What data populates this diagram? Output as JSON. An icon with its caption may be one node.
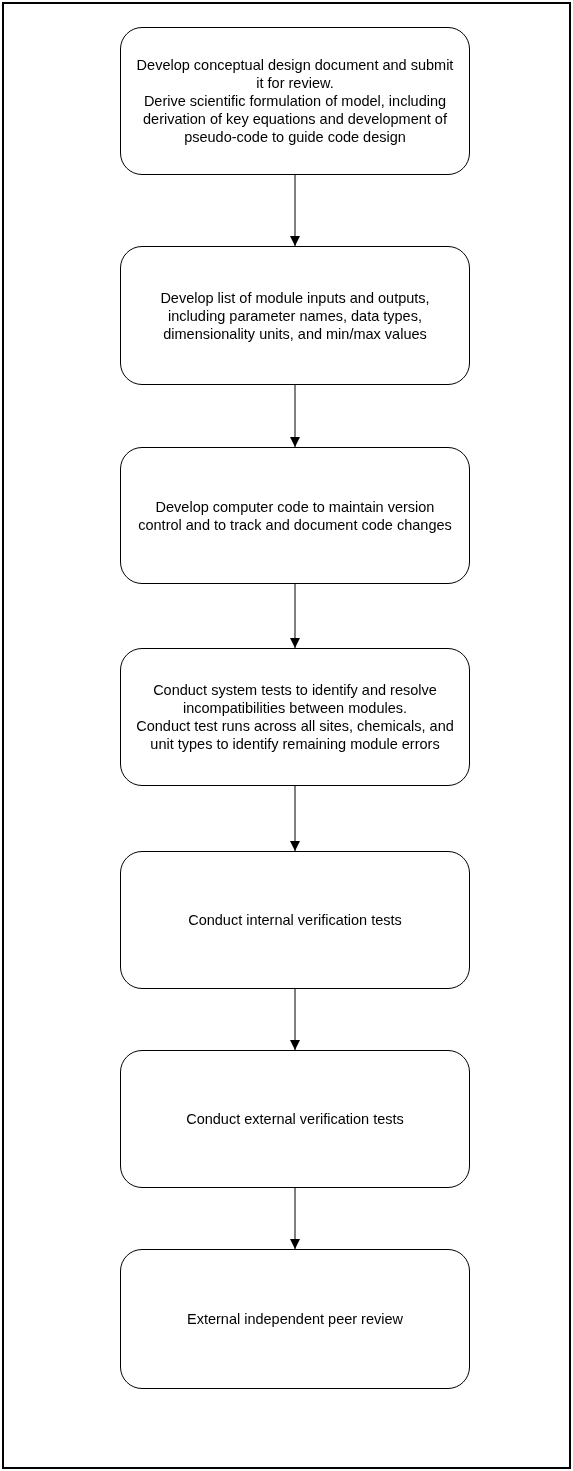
{
  "diagram": {
    "nodes": [
      {
        "text": [
          "Develop conceptual design document and submit it for review.",
          "Derive scientific formulation of model, including derivation of key equations and development of pseudo-code to guide code design"
        ]
      },
      {
        "text": [
          "Develop list of module inputs and outputs, including parameter names, data types, dimensionality units, and min/max values"
        ]
      },
      {
        "text": [
          "Develop computer code to maintain version control and to track and document code changes"
        ]
      },
      {
        "text": [
          "Conduct system tests to identify and resolve incompatibilities between modules.",
          "Conduct test runs across all sites, chemicals, and unit types to identify remaining module errors"
        ]
      },
      {
        "text": [
          "Conduct internal verification tests"
        ]
      },
      {
        "text": [
          "Conduct external verification tests"
        ]
      },
      {
        "text": [
          "External independent peer review"
        ]
      }
    ],
    "edges": [
      {
        "from": 0,
        "to": 1,
        "arrow": "to"
      },
      {
        "from": 1,
        "to": 2,
        "arrow": "to"
      },
      {
        "from": 2,
        "to": 3,
        "arrow": "to"
      },
      {
        "from": 3,
        "to": 4,
        "arrow": "to"
      },
      {
        "from": 4,
        "to": 5,
        "arrow": "to"
      },
      {
        "from": 5,
        "to": 6,
        "arrow": "to"
      }
    ]
  }
}
